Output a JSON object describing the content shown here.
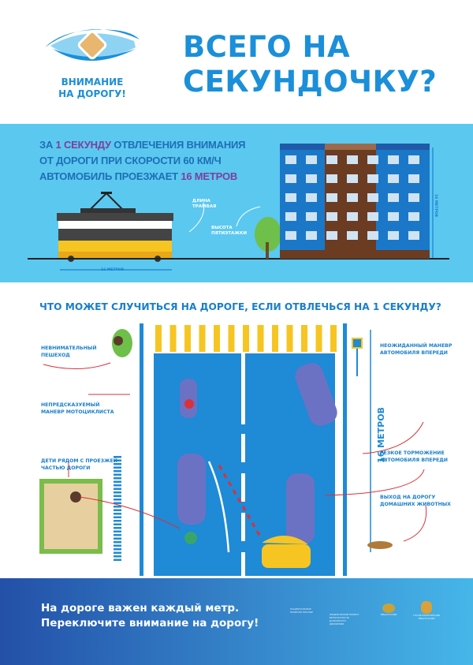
{
  "logo": {
    "line1": "ВНИМАНИЕ",
    "line2": "НА ДОРОГУ!"
  },
  "title": {
    "line1": "ВСЕГО НА",
    "line2": "СЕКУНДОЧКУ?"
  },
  "fact": {
    "p1": "ЗА ",
    "h1": "1 СЕКУНДУ",
    "p2": " ОТВЛЕЧЕНИЯ ВНИМАНИЯ",
    "line2": "ОТ ДОРОГИ ПРИ СКОРОСТИ 60 КМ/Ч",
    "p3": "АВТОМОБИЛЬ ПРОЕЗЖАЕТ ",
    "h2": "16 МЕТРОВ",
    "tram_label": {
      "l1": "ДЛИНА",
      "l2": "ТРАМВАЯ"
    },
    "building_label": {
      "l1": "ВЫСОТА",
      "l2": "ПЯТИЭТАЖКИ"
    },
    "tram_length": "16 МЕТРОВ",
    "building_height": "16 МЕТРОВ"
  },
  "question": "ЧТО МОЖЕТ СЛУЧИТЬСЯ НА ДОРОГЕ, ЕСЛИ ОТВЛЕЧЬСЯ НА 1 СЕКУНДУ?",
  "hazards": {
    "pedestrian": {
      "l1": "НЕВНИМАТЕЛЬНЫЙ",
      "l2": "ПЕШЕХОД"
    },
    "motorcyclist": {
      "l1": "НЕПРЕДСКАЗУЕМЫЙ",
      "l2": "МАНЕВР МОТОЦИКЛИСТА"
    },
    "children": {
      "l1": "ДЕТИ РЯДОМ С ПРОЕЗЖЕЙ",
      "l2": "ЧАСТЬЮ ДОРОГИ"
    },
    "car_maneuver": {
      "l1": "НЕОЖИДАННЫЙ МАНЕВР",
      "l2": "АВТОМОБИЛЯ ВПЕРЕДИ"
    },
    "braking": {
      "l1": "РЕЗКОЕ ТОРМОЖЕНИЕ",
      "l2": "АВТОМОБИЛЯ ВПЕРЕДИ"
    },
    "animals": {
      "l1": "ВЫХОД НА ДОРОГУ",
      "l2": "ДОМАШНИХ ЖИВОТНЫХ"
    }
  },
  "distance": "16 МЕТРОВ",
  "footer": {
    "line1": "На дороге важен каждый метр.",
    "line2": "Переключите внимание на дорогу!",
    "logos": [
      "НАЦИОНАЛЬНЫЕ ПРОЕКТЫ РОССИИ",
      "ФЕДЕРАЛЬНЫЙ ПРОЕКТ БЕЗОПАСНОСТЬ ДОРОЖНОГО ДВИЖЕНИЯ",
      "МВД РОССИИ",
      "ГОСАВТОИНСПЕКЦИЯ МВД РОССИИ"
    ]
  },
  "colors": {
    "brand": "#1b8fd9",
    "band": "#5bc8f0",
    "accent": "#7b3f9e",
    "road": "#1f8ad6",
    "arrow": "#d9323a"
  }
}
